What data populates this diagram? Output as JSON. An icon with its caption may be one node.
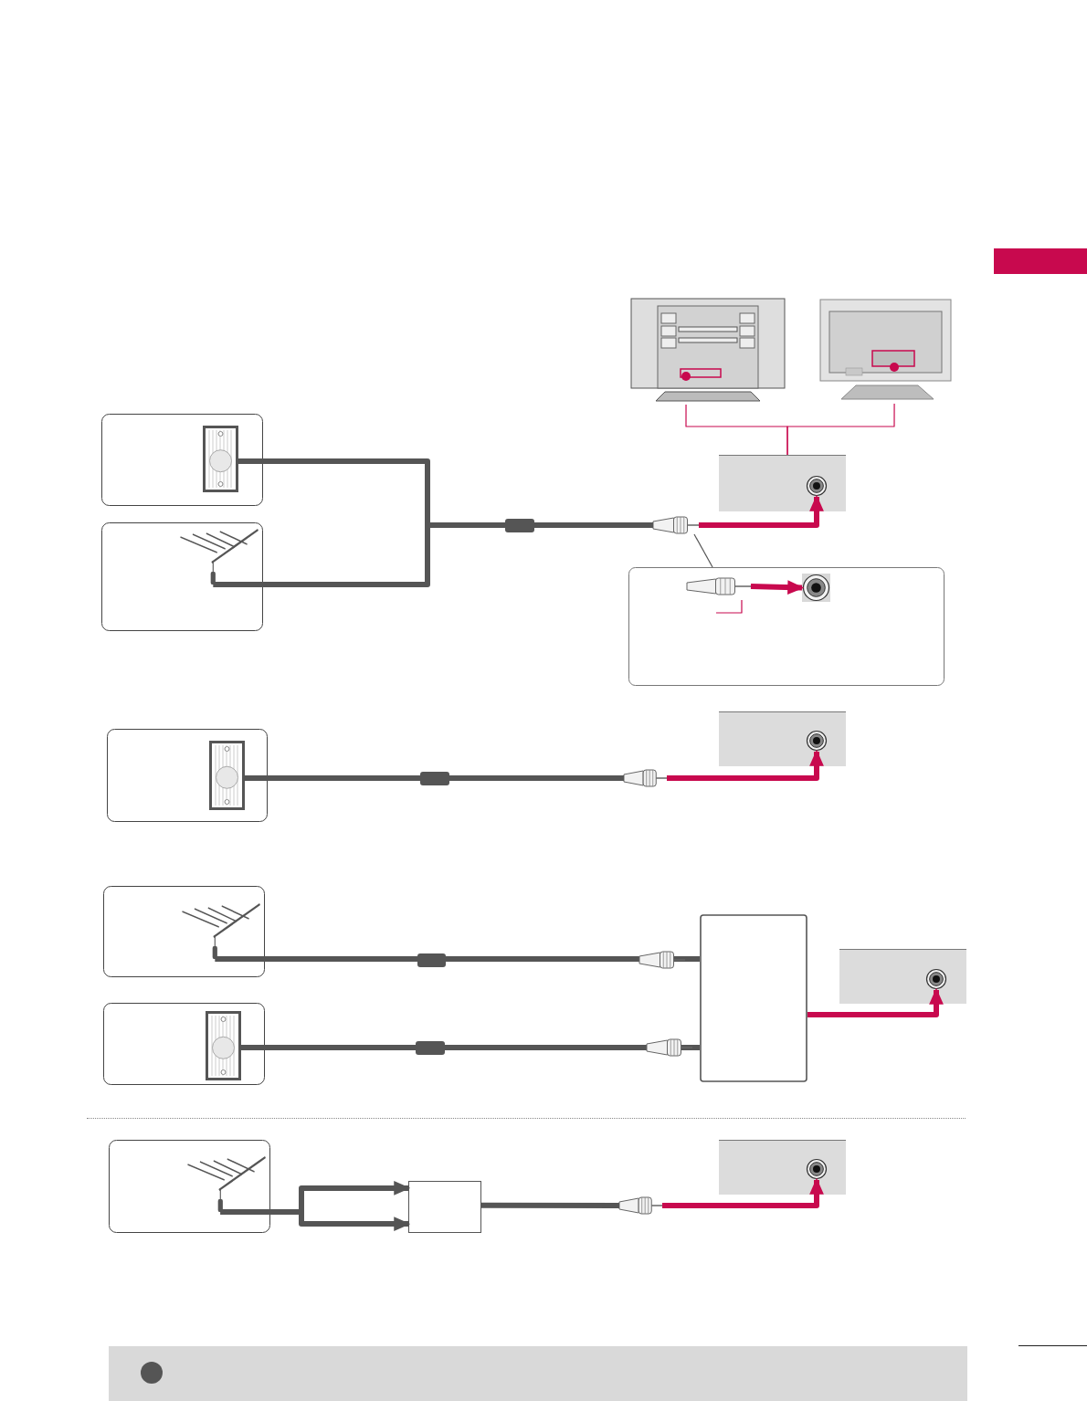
{
  "diagram": {
    "nodes": [
      {
        "text": [],
        "shape": "box"
      },
      {
        "text": [],
        "shape": "plate",
        "in": 0
      },
      {
        "text": [],
        "shape": "box"
      },
      {
        "text": [],
        "shape": "antenna",
        "in": 2
      },
      {
        "text": [],
        "shape": "picture"
      },
      {
        "text": [],
        "shape": "picture"
      },
      {
        "text": [],
        "shape": "box"
      },
      {
        "text": [],
        "shape": "jack",
        "in": 6
      },
      {
        "text": [],
        "shape": "plug"
      },
      {
        "text": [],
        "shape": "box"
      },
      {
        "text": [],
        "shape": "plug",
        "in": 9
      },
      {
        "text": [],
        "shape": "jack",
        "in": 9
      },
      {
        "text": [],
        "shape": "box"
      },
      {
        "text": [],
        "shape": "plate",
        "in": 12
      },
      {
        "text": [],
        "shape": "plug"
      },
      {
        "text": [],
        "shape": "box"
      },
      {
        "text": [],
        "shape": "jack",
        "in": 15
      },
      {
        "text": [],
        "shape": "box"
      },
      {
        "text": [],
        "shape": "antenna",
        "in": 17
      },
      {
        "text": [],
        "shape": "box"
      },
      {
        "text": [],
        "shape": "plate",
        "in": 19
      },
      {
        "text": [],
        "shape": "box"
      },
      {
        "text": [],
        "shape": "box"
      },
      {
        "text": [],
        "shape": "jack",
        "in": 22
      },
      {
        "text": [],
        "shape": "box"
      },
      {
        "text": [],
        "shape": "antenna",
        "in": 24
      },
      {
        "text": [],
        "shape": "box"
      },
      {
        "text": [],
        "shape": "plug"
      },
      {
        "text": [],
        "shape": "box"
      },
      {
        "text": [],
        "shape": "jack",
        "in": 28
      },
      {
        "text": [],
        "shape": "bar"
      }
    ],
    "edges": [
      {
        "from": 1,
        "to": 8,
        "arrow": "none"
      },
      {
        "from": 3,
        "to": 8,
        "arrow": "none"
      },
      {
        "from": 4,
        "to": 6,
        "arrow": "none",
        "color": "#c8094e"
      },
      {
        "from": 5,
        "to": 6,
        "arrow": "none",
        "color": "#c8094e"
      },
      {
        "from": 8,
        "to": 7,
        "arrow": "to",
        "color": "#c8094e"
      },
      {
        "from": 8,
        "to": 9,
        "arrow": "none"
      },
      {
        "from": 10,
        "to": 11,
        "arrow": "to",
        "color": "#c8094e"
      },
      {
        "from": 13,
        "to": 14,
        "arrow": "none"
      },
      {
        "from": 14,
        "to": 16,
        "arrow": "to",
        "color": "#c8094e"
      },
      {
        "from": 18,
        "to": 21,
        "arrow": "none"
      },
      {
        "from": 20,
        "to": 21,
        "arrow": "none"
      },
      {
        "from": 21,
        "to": 23,
        "arrow": "to",
        "color": "#c8094e"
      },
      {
        "from": 25,
        "to": 26,
        "arrow": "to"
      },
      {
        "from": 25,
        "to": 26,
        "arrow": "to"
      },
      {
        "from": 26,
        "to": 27,
        "arrow": "none"
      },
      {
        "from": 27,
        "to": 29,
        "arrow": "to",
        "color": "#c8094e"
      },
      {
        "from": 10,
        "to": null,
        "arrow": "none",
        "color": "#c8094e"
      }
    ]
  }
}
